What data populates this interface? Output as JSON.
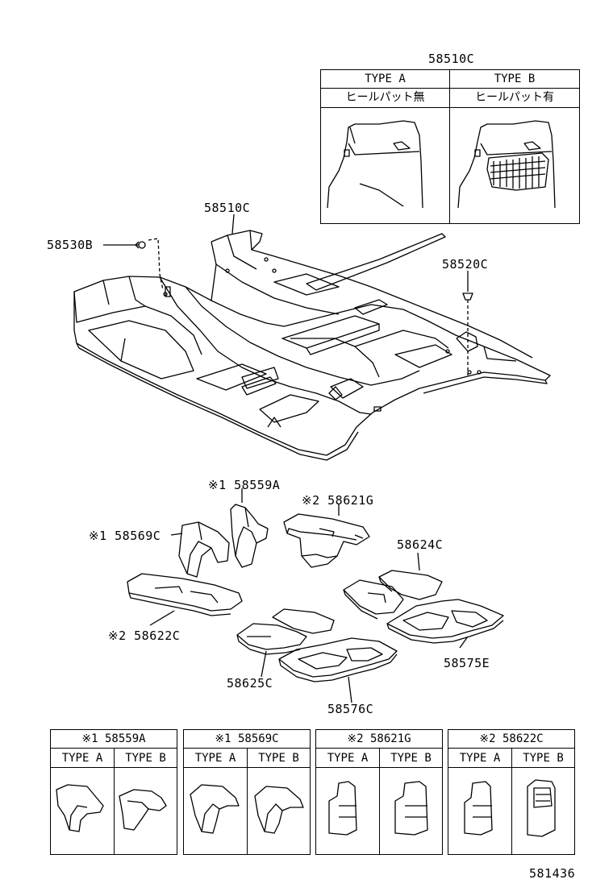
{
  "top_table": {
    "part": "58510C",
    "col_a_type": "TYPE A",
    "col_b_type": "TYPE B",
    "col_a_desc": "ヒールパット無",
    "col_b_desc": "ヒールパット有"
  },
  "callouts": {
    "carpet": "58510C",
    "clip": "58530B",
    "clip2": "58520C",
    "p58559A": "※1 58559A",
    "p58621G": "※2 58621G",
    "p58569C": "※1 58569C",
    "p58624C": "58624C",
    "p58622C": "※2 58622C",
    "p58575E": "58575E",
    "p58625C": "58625C",
    "p58576C": "58576C"
  },
  "bottom_tables": [
    {
      "part": "※1 58559A",
      "type_a": "TYPE A",
      "type_b": "TYPE B"
    },
    {
      "part": "※1 58569C",
      "type_a": "TYPE A",
      "type_b": "TYPE B"
    },
    {
      "part": "※2 58621G",
      "type_a": "TYPE A",
      "type_b": "TYPE B"
    },
    {
      "part": "※2 58622C",
      "type_a": "TYPE A",
      "type_b": "TYPE B"
    }
  ],
  "diagram_id": "581436"
}
